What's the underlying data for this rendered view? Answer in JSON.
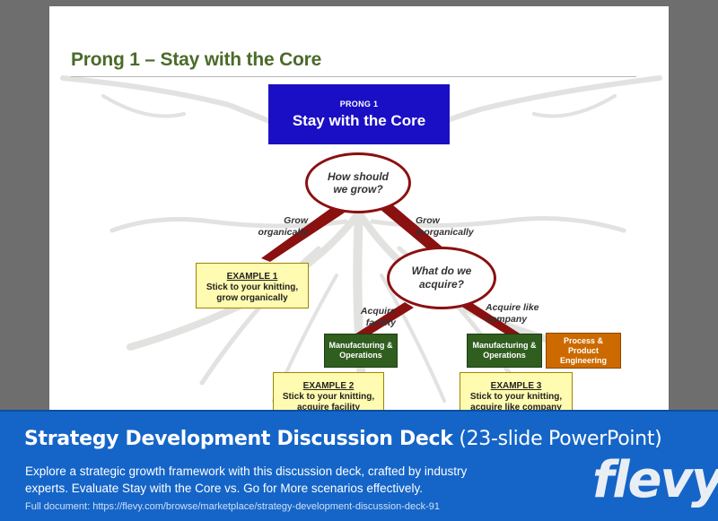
{
  "slide": {
    "title": "Prong 1 – Stay with the Core",
    "prong_label": "PRONG 1",
    "prong_title": "Stay with the Core",
    "oval_grow": "How should we grow?",
    "oval_acquire": "What do we acquire?",
    "label_grow_organic": "Grow organically",
    "label_grow_inorganic": "Grow inorganically",
    "label_acquire_facility": "Acquire facility",
    "label_acquire_company": "Acquire like company",
    "example1": {
      "title": "EXAMPLE 1",
      "line1": "Stick to your knitting,",
      "line2": "grow organically"
    },
    "example2": {
      "title": "EXAMPLE 2",
      "line1": "Stick to your knitting,",
      "line2": "acquire facility"
    },
    "example3": {
      "title": "EXAMPLE 3",
      "line1": "Stick to your knitting,",
      "line2": "acquire like company"
    },
    "box_mfg_left": "Manufacturing & Operations",
    "box_mfg_right": "Manufacturing & Operations",
    "box_process": "Process & Product Engineering"
  },
  "banner": {
    "title_bold": "Strategy Development Discussion Deck",
    "title_light": "(23-slide PowerPoint)",
    "description": "Explore a strategic growth framework with this discussion deck, crafted by industry experts. Evaluate Stay with the Core vs. Go for More scenarios effectively.",
    "link": "Full document: https://flevy.com/browse/marketplace/strategy-development-discussion-deck-91",
    "logo": "flevy"
  },
  "colors": {
    "title_green": "#4b6b2a",
    "prong_blue": "#1a0fc4",
    "branch_red": "#8b1010",
    "banner_blue": "#1565c8",
    "example_yellow": "#fffbb0",
    "box_green": "#2f5e1f",
    "box_orange": "#cc6a00"
  }
}
